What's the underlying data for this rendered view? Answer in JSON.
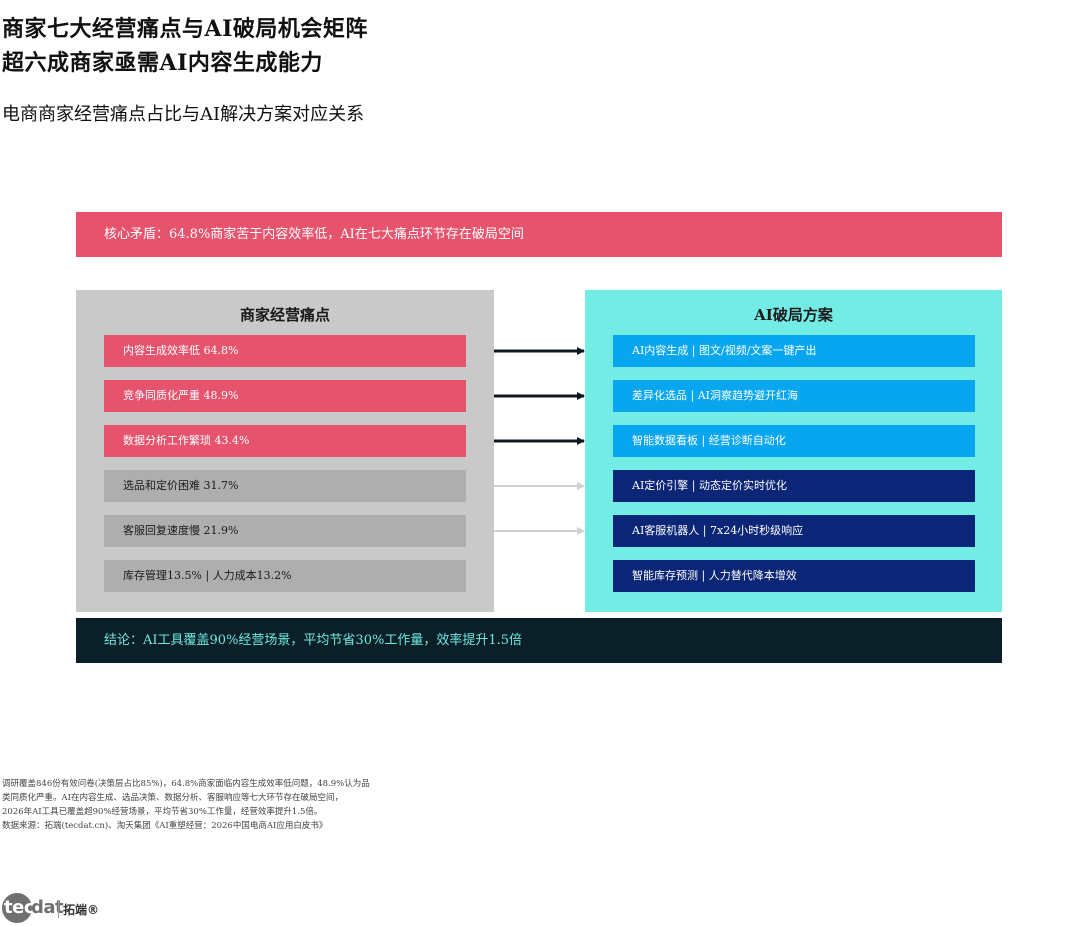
{
  "header": {
    "title_line1": "商家七大经营痛点与AI破局机会矩阵",
    "title_line2": "超六成商家亟需AI内容生成能力",
    "subtitle": "电商商家经营痛点占比与AI解决方案对应关系"
  },
  "core_banner": "核心矛盾：64.8%商家苦于内容效率低，AI在七大痛点环节存在破局空间",
  "pain_panel": {
    "title": "商家经营痛点",
    "items": [
      {
        "label": "内容生成效率低  64.8%",
        "value": 64.8
      },
      {
        "label": "竞争同质化严重  48.9%",
        "value": 48.9
      },
      {
        "label": "数据分析工作繁琐  43.4%",
        "value": 43.4
      },
      {
        "label": "选品和定价困难  31.7%",
        "value": 31.7
      },
      {
        "label": "客服回复速度慢  21.9%",
        "value": 21.9
      },
      {
        "label": "库存管理13.5% | 人力成本13.2%"
      }
    ]
  },
  "ai_panel": {
    "title": "AI破局方案",
    "items": [
      {
        "label": "AI内容生成 | 图文/视频/文案一键产出"
      },
      {
        "label": "差异化选品 | AI洞察趋势避开红海"
      },
      {
        "label": "智能数据看板 | 经营诊断自动化"
      },
      {
        "label": "AI定价引擎 | 动态定价实时优化"
      },
      {
        "label": "AI客服机器人 | 7x24小时秒级响应"
      },
      {
        "label": "智能库存预测 | 人力替代降本增效"
      }
    ]
  },
  "colors": {
    "hot": "#e5536d",
    "cold": "#aeaeae",
    "ai_light": "#08a6ef",
    "ai_dark": "#0b2577",
    "arrow_strong": "#0d1a22",
    "arrow_weak": "#d0d0d0"
  },
  "conclusion": "结论：AI工具覆盖90%经营场景，平均节省30%工作量，效率提升1.5倍",
  "footnote": {
    "line1": "调研覆盖846份有效问卷(决策层占比85%)，64.8%商家面临内容生成效率低问题，48.9%认为品",
    "line2": "类同质化严重。AI在内容生成、选品决策、数据分析、客服响应等七大环节存在破局空间，",
    "line3": "2026年AI工具已覆盖超90%经营场景，平均节省30%工作量，经营效率提升1.5倍。",
    "line4": "数据来源：拓端(tecdat.cn)、淘天集团《AI重塑经营：2026中国电商AI应用白皮书》"
  },
  "logo": {
    "part1": "tec",
    "part2": "dat",
    "cn": "拓端®"
  }
}
